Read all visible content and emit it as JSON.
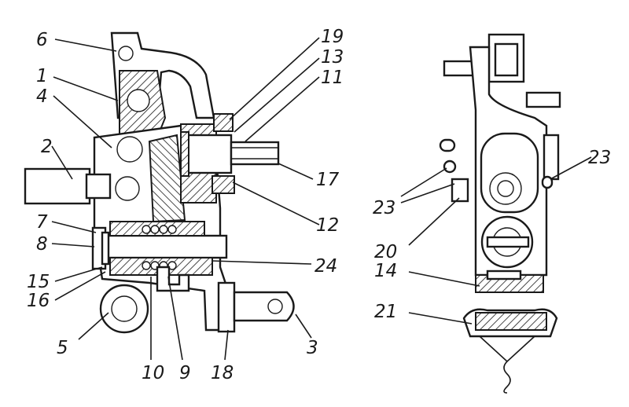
{
  "figure": {
    "callouts": [
      {
        "id": "c6",
        "text": "6"
      },
      {
        "id": "c1",
        "text": "1"
      },
      {
        "id": "c4",
        "text": "4"
      },
      {
        "id": "c2",
        "text": "2"
      },
      {
        "id": "c7",
        "text": "7"
      },
      {
        "id": "c8",
        "text": "8"
      },
      {
        "id": "c15",
        "text": "15"
      },
      {
        "id": "c16",
        "text": "16"
      },
      {
        "id": "c5",
        "text": "5"
      },
      {
        "id": "c10",
        "text": "10"
      },
      {
        "id": "c9",
        "text": "9"
      },
      {
        "id": "c18",
        "text": "18"
      },
      {
        "id": "c3",
        "text": "3"
      },
      {
        "id": "c24",
        "text": "24"
      },
      {
        "id": "c12",
        "text": "12"
      },
      {
        "id": "c17",
        "text": "17"
      },
      {
        "id": "c11",
        "text": "11"
      },
      {
        "id": "c13",
        "text": "13"
      },
      {
        "id": "c19",
        "text": "19"
      },
      {
        "id": "c23a",
        "text": "23"
      },
      {
        "id": "c23b",
        "text": "23"
      },
      {
        "id": "c20",
        "text": "20"
      },
      {
        "id": "c14",
        "text": "14"
      },
      {
        "id": "c21",
        "text": "21"
      }
    ]
  }
}
